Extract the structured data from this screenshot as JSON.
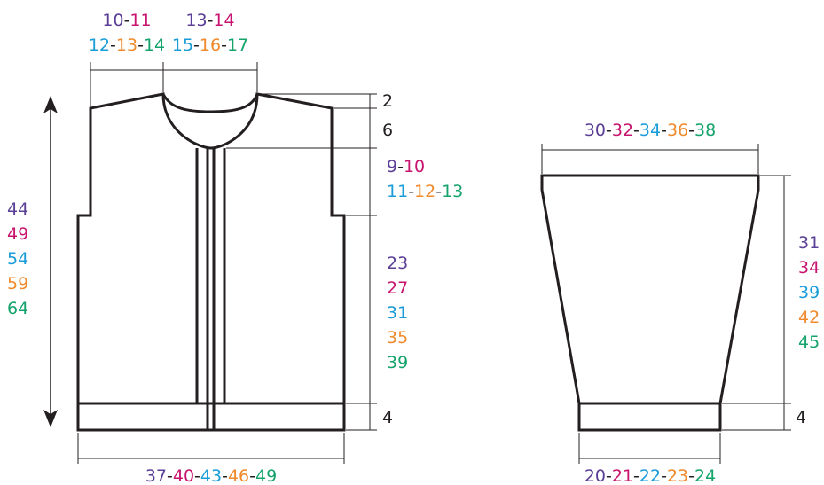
{
  "colors": {
    "size1": "#5b3f97",
    "size2": "#c8146e",
    "size3": "#1a9cd8",
    "size4": "#f08a2c",
    "size5": "#14a36b",
    "neutral": "#231f20"
  },
  "body": {
    "shoulder_sizes_1_2": [
      "10",
      "11"
    ],
    "shoulder_sizes_3_5": [
      "12",
      "13",
      "14"
    ],
    "neck_sizes_1_2": [
      "13",
      "14"
    ],
    "neck_sizes_3_5": [
      "15",
      "16",
      "17"
    ],
    "shoulder_slope": "2",
    "neck_depth": "6",
    "armhole_sizes_1_2": [
      "9",
      "10"
    ],
    "armhole_sizes_3_5": [
      "11",
      "12",
      "13"
    ],
    "side_length": [
      "23",
      "27",
      "31",
      "35",
      "39"
    ],
    "rib_depth": "4",
    "total_length": [
      "44",
      "49",
      "54",
      "59",
      "64"
    ],
    "width": [
      "37",
      "40",
      "43",
      "46",
      "49"
    ]
  },
  "sleeve": {
    "top_width": [
      "30",
      "32",
      "34",
      "36",
      "38"
    ],
    "length": [
      "31",
      "34",
      "39",
      "42",
      "45"
    ],
    "rib_depth": "4",
    "cuff_width": [
      "20",
      "21",
      "22",
      "23",
      "24"
    ]
  }
}
